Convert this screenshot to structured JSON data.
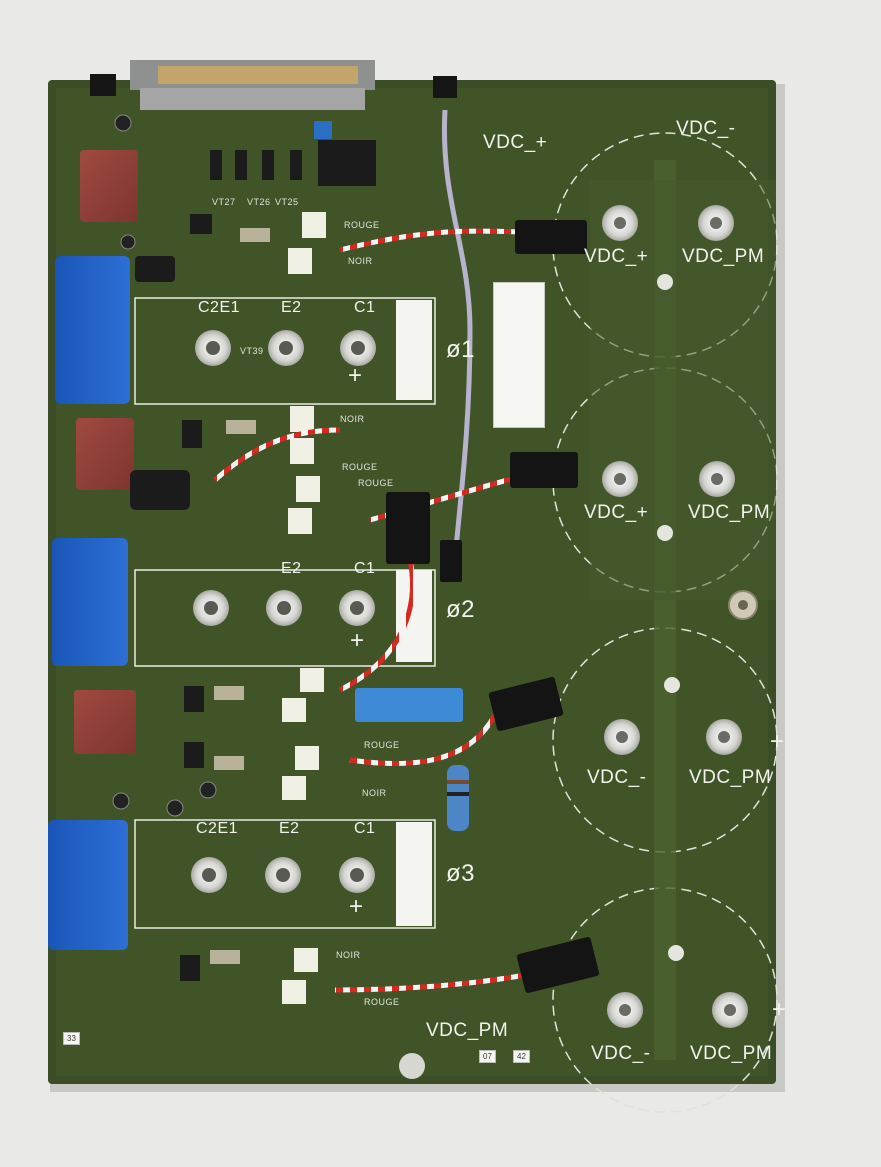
{
  "board": {
    "silkscreen": {
      "vdc_plus_top": "VDC_+",
      "vdc_minus_top": "VDC_-",
      "cap1_left": "VDC_+",
      "cap1_right": "VDC_PM",
      "cap2_left": "VDC_+",
      "cap2_right": "VDC_PM",
      "cap3_left": "VDC_-",
      "cap3_right": "VDC_PM",
      "cap4_left": "VDC_-",
      "cap4_right": "VDC_PM",
      "vdc_pm_bottom": "VDC_PM",
      "phase1": "ø1",
      "phase2": "ø2",
      "phase3": "ø3",
      "c2e1_1": "C2E1",
      "e2_1": "E2",
      "c1_1": "C1",
      "e2_2": "E2",
      "c1_2": "C1",
      "c2e1_3": "C2E1",
      "e2_3": "E2",
      "c1_3": "C1",
      "rouge_1": "ROUGE",
      "noir_1": "NOIR",
      "noir_2": "NOIR",
      "rouge_2": "ROUGE",
      "rouge_3": "ROUGE",
      "rouge_4": "ROUGE",
      "noir_3": "NOIR",
      "noir_4": "NOIR",
      "rouge_5": "ROUGE",
      "vt27": "VT27",
      "vt26": "VT26",
      "vt25": "VT25",
      "vt39": "VT39",
      "plus_1": "+",
      "plus_2": "+",
      "plus_3": "+",
      "plus_cap3": "+",
      "plus_cap4": "+"
    },
    "tags": {
      "tag_33": "33",
      "tag_07": "07",
      "tag_42": "42"
    }
  }
}
